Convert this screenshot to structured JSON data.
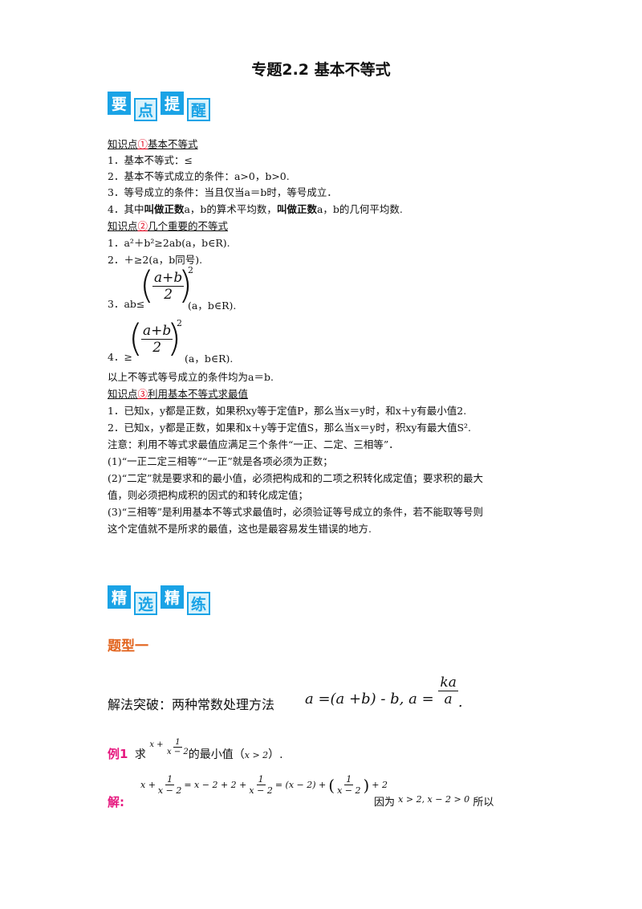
{
  "title": "专题2.2  基本不等式",
  "banner1": [
    "要",
    "点",
    "提",
    "醒"
  ],
  "banner2": [
    "精",
    "选",
    "精",
    "练"
  ],
  "k1_head": {
    "a": "知识点",
    "num": "①",
    "b": "基本不等式"
  },
  "k1_lines": [
    "1．基本不等式：≤",
    "2．基本不等式成立的条件：a>0，b>0.",
    "3．等号成立的条件：当且仅当a＝b时，等号成立．"
  ],
  "k1_line4": {
    "a": "4．其中",
    "b1": "叫做正数",
    "c": "a，b的算术平均数，",
    "b2": "叫做正数",
    "d": "a，b的几何平均数."
  },
  "k2_head": {
    "a": "知识点",
    "num": "②",
    "b": "几个重要的不等式"
  },
  "k2_l1": "1．a²＋b²≥2ab(a，b∈R).",
  "k2_l2": "2．＋≥2(a，b同号).",
  "k2_l3": {
    "pre": "3．ab≤",
    "num": "a+b",
    "den": "2",
    "exp": "2",
    "post": "(a，b∈R)."
  },
  "k2_l4": {
    "pre": "4．≥",
    "num": "a+b",
    "den": "2",
    "exp": "2",
    "post": "(a，b∈R)."
  },
  "k2_tail": "以上不等式等号成立的条件均为a＝b.",
  "k3_head": {
    "a": "知识点",
    "num": "③",
    "b": "利用基本不等式求最值"
  },
  "k3_lines": [
    "1．已知x，y都是正数，如果积xy等于定值P，那么当x＝y时，和x＋y有最小值2.",
    "2．已知x，y都是正数，如果和x＋y等于定值S，那么当x＝y时，积xy有最大值S².",
    "注意：利用不等式求最值应满足三个条件“一正、二定、三相等”．",
    "(1)“一正二定三相等”“一正”就是各项必须为正数；",
    "(2)“二定”就是要求和的最小值，必须把构成和的二项之积转化成定值；要求积的最大",
    "值，则必须把构成积的因式的和转化成定值；",
    "(3)“三相等”是利用基本不等式求最值时，必须验证等号成立的条件，若不能取等号则",
    "这个定值就不是所求的最值，这也是最容易发生错误的地方."
  ],
  "type_title": "题型一",
  "method": {
    "label": "解法突破：两种常数处理方法",
    "f1": "a =(a +b) - b, a =",
    "fn": "ka",
    "fd": "a",
    "tail": "."
  },
  "example": {
    "label": "例1",
    "q": "求",
    "x": "x +",
    "fn": "1",
    "fd": "x − 2",
    "mid": "的最小值（",
    "cond": "x > 2",
    "end": "）."
  },
  "solution": {
    "label": "解:",
    "expr1": "x +",
    "f1n": "1",
    "f1d": "x − 2",
    "expr2": "= x − 2 + 2 +",
    "f2n": "1",
    "f2d": "x − 2",
    "expr3": "= (x − 2) +",
    "f3n": "1",
    "f3d": "x − 2",
    "expr4": "+ 2",
    "because": "因为",
    "cond": "x > 2, x − 2 > 0",
    "so": "所以"
  },
  "colors": {
    "accent": "#1aa3e6",
    "red": "#e0001a",
    "orange": "#e2641e",
    "magenta": "#e6197f"
  }
}
